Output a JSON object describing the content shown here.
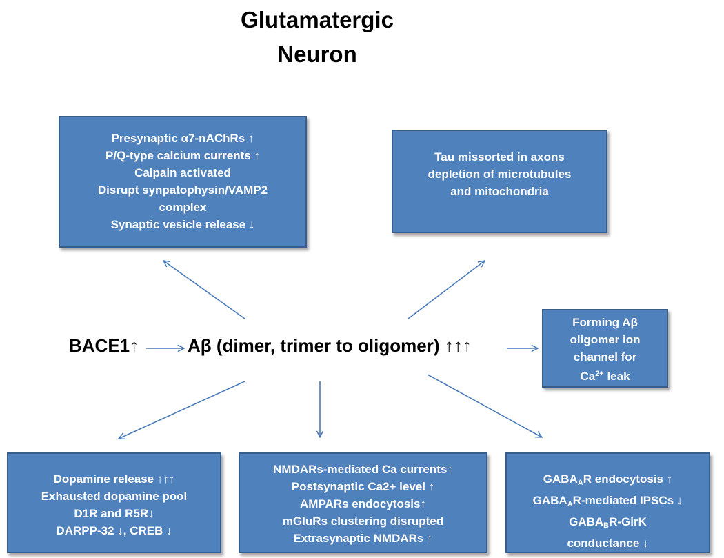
{
  "title": {
    "line1": "Glutamatergic",
    "line2": "Neuron"
  },
  "center": {
    "bace_label": "BACE1↑",
    "abeta_label": "Aβ (dimer, trimer to oligomer) ↑↑↑"
  },
  "boxes": {
    "presynaptic": [
      "Presynaptic α7-nAChRs ↑",
      "P/Q-type calcium currents ↑",
      "Calpain activated",
      "Disrupt synpatophysin/VAMP2",
      "complex",
      "Synaptic vesicle release ↓"
    ],
    "tau": [
      "Tau missorted in axons",
      "depletion of microtubules",
      "and mitochondria"
    ],
    "ion_channel": {
      "line1": "Forming Aβ",
      "line2": "oligomer ion",
      "line3": "channel for",
      "line4_pre": "Ca",
      "line4_sup": "2+",
      "line4_post": " leak"
    },
    "dopamine": [
      "Dopamine release ↑↑↑",
      "Exhausted dopamine  pool",
      "D1R and R5R↓",
      "DARPP-32 ↓, CREB ↓"
    ],
    "nmda": [
      "NMDARs-mediated Ca currents↑",
      "Postsynaptic Ca2+ level ↑",
      "AMPARs endocytosis↑",
      "mGluRs clustering disrupted",
      "Extrasynaptic NMDARs ↑"
    ],
    "gaba": {
      "l1_pre": "GABA",
      "l1_sub": "A",
      "l1_post": "R endocytosis ↑",
      "l2_pre": "GABA",
      "l2_sub": "A",
      "l2_post": "R-mediated IPSCs ↓",
      "l3_pre": "GABA",
      "l3_sub": "B",
      "l3_post": "R-GirK",
      "l4": "conductance ↓"
    }
  },
  "colors": {
    "box_fill": "#4f81bd",
    "box_border": "#385d8a",
    "arrow": "#4a7ab8"
  }
}
